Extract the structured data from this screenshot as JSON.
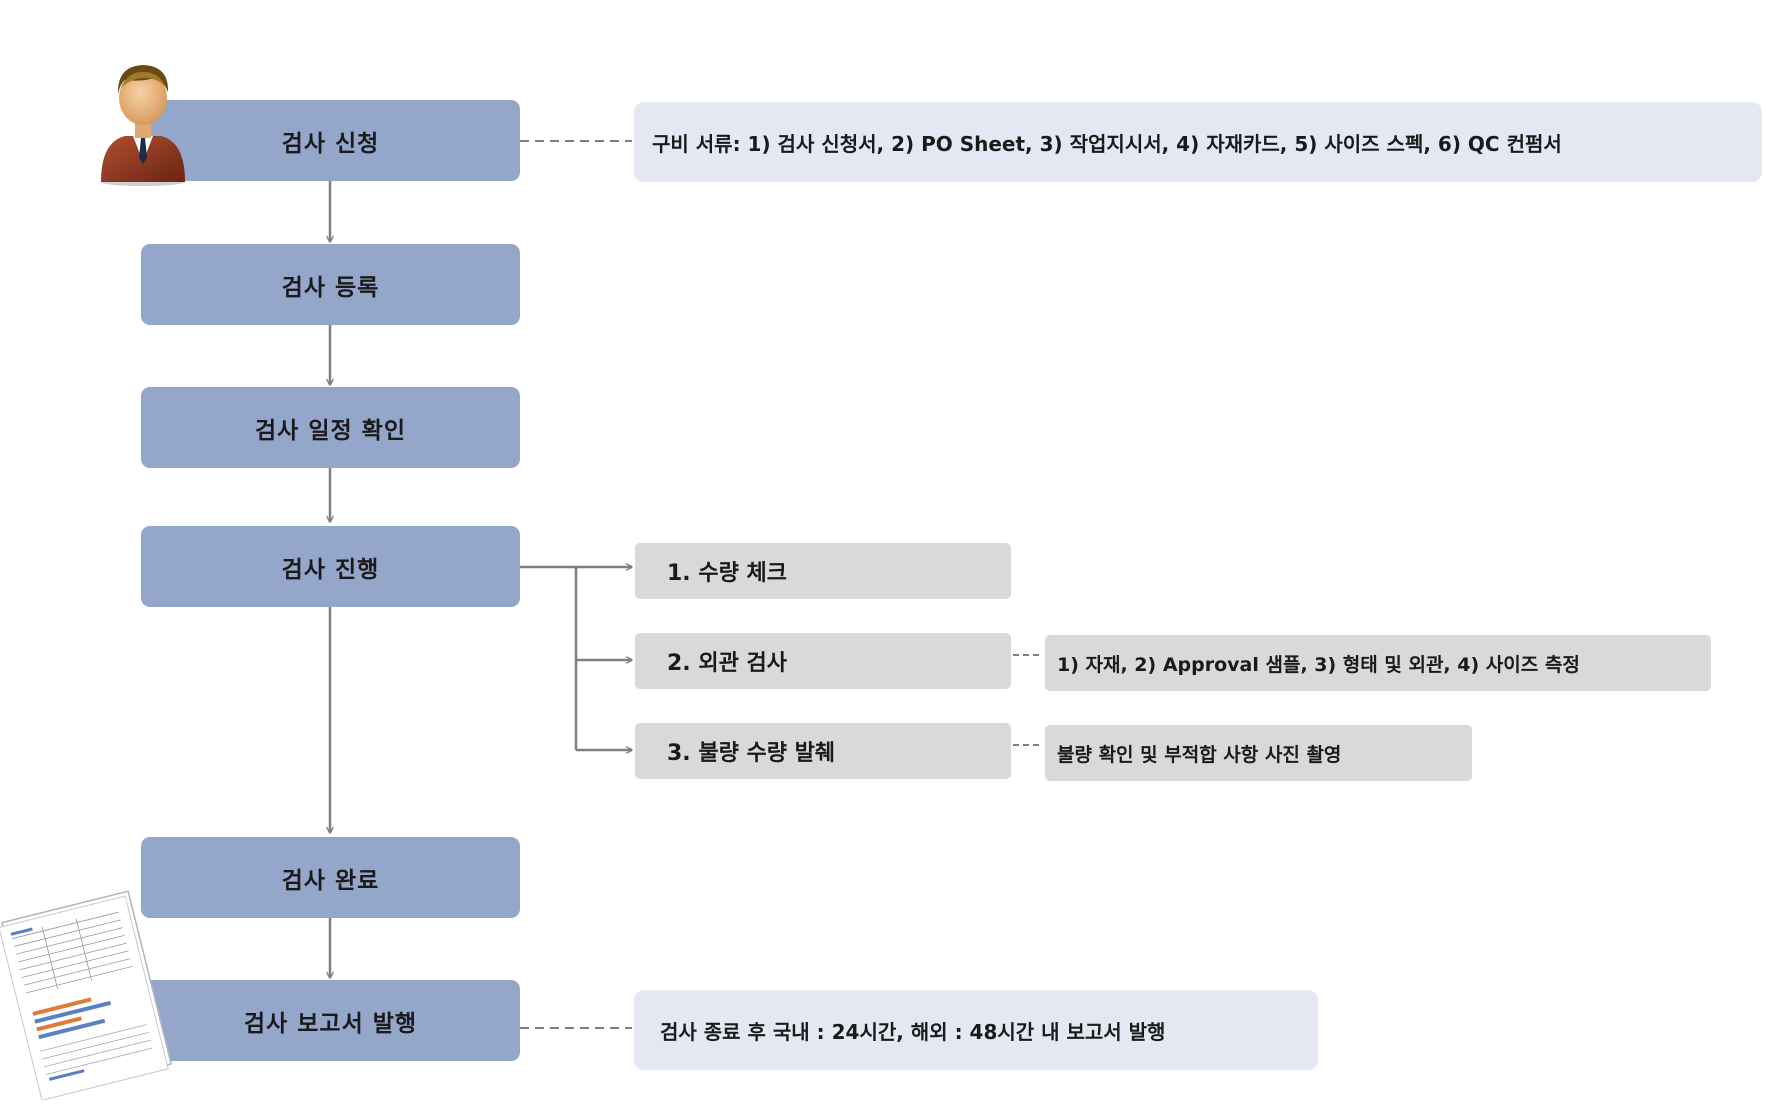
{
  "steps": {
    "apply": "검사 신청",
    "register": "검사 등록",
    "schedule": "검사 일정 확인",
    "progress": "검사 진행",
    "complete": "검사 완료",
    "report": "검사 보고서 발행"
  },
  "notes": {
    "documents": "구비 서류:  1) 검사 신청서, 2)  PO Sheet, 3) 작업지시서, 4) 자재카드, 5) 사이즈 스펙, 6) QC 컨펌서",
    "report": "검사 종료 후 국내 : 24시간, 해외 : 48시간 내 보고서 발행"
  },
  "substeps": [
    {
      "label": "1. 수량 체크"
    },
    {
      "label": "2. 외관 검사",
      "note": "1) 자재, 2) Approval 샘플, 3) 형태 및 외관, 4) 사이즈 측정"
    },
    {
      "label": "3. 불량 수량 발췌",
      "note": "불량 확인 및 부적합 사항 사진 촬영"
    }
  ],
  "colors": {
    "step_fill": "#94a7cb",
    "note_fill": "#e3e8f3",
    "substep_fill": "#d9d9d9",
    "connector": "#7f7f7f"
  },
  "icons": {
    "applicant": "person-icon",
    "report": "document-icon"
  }
}
